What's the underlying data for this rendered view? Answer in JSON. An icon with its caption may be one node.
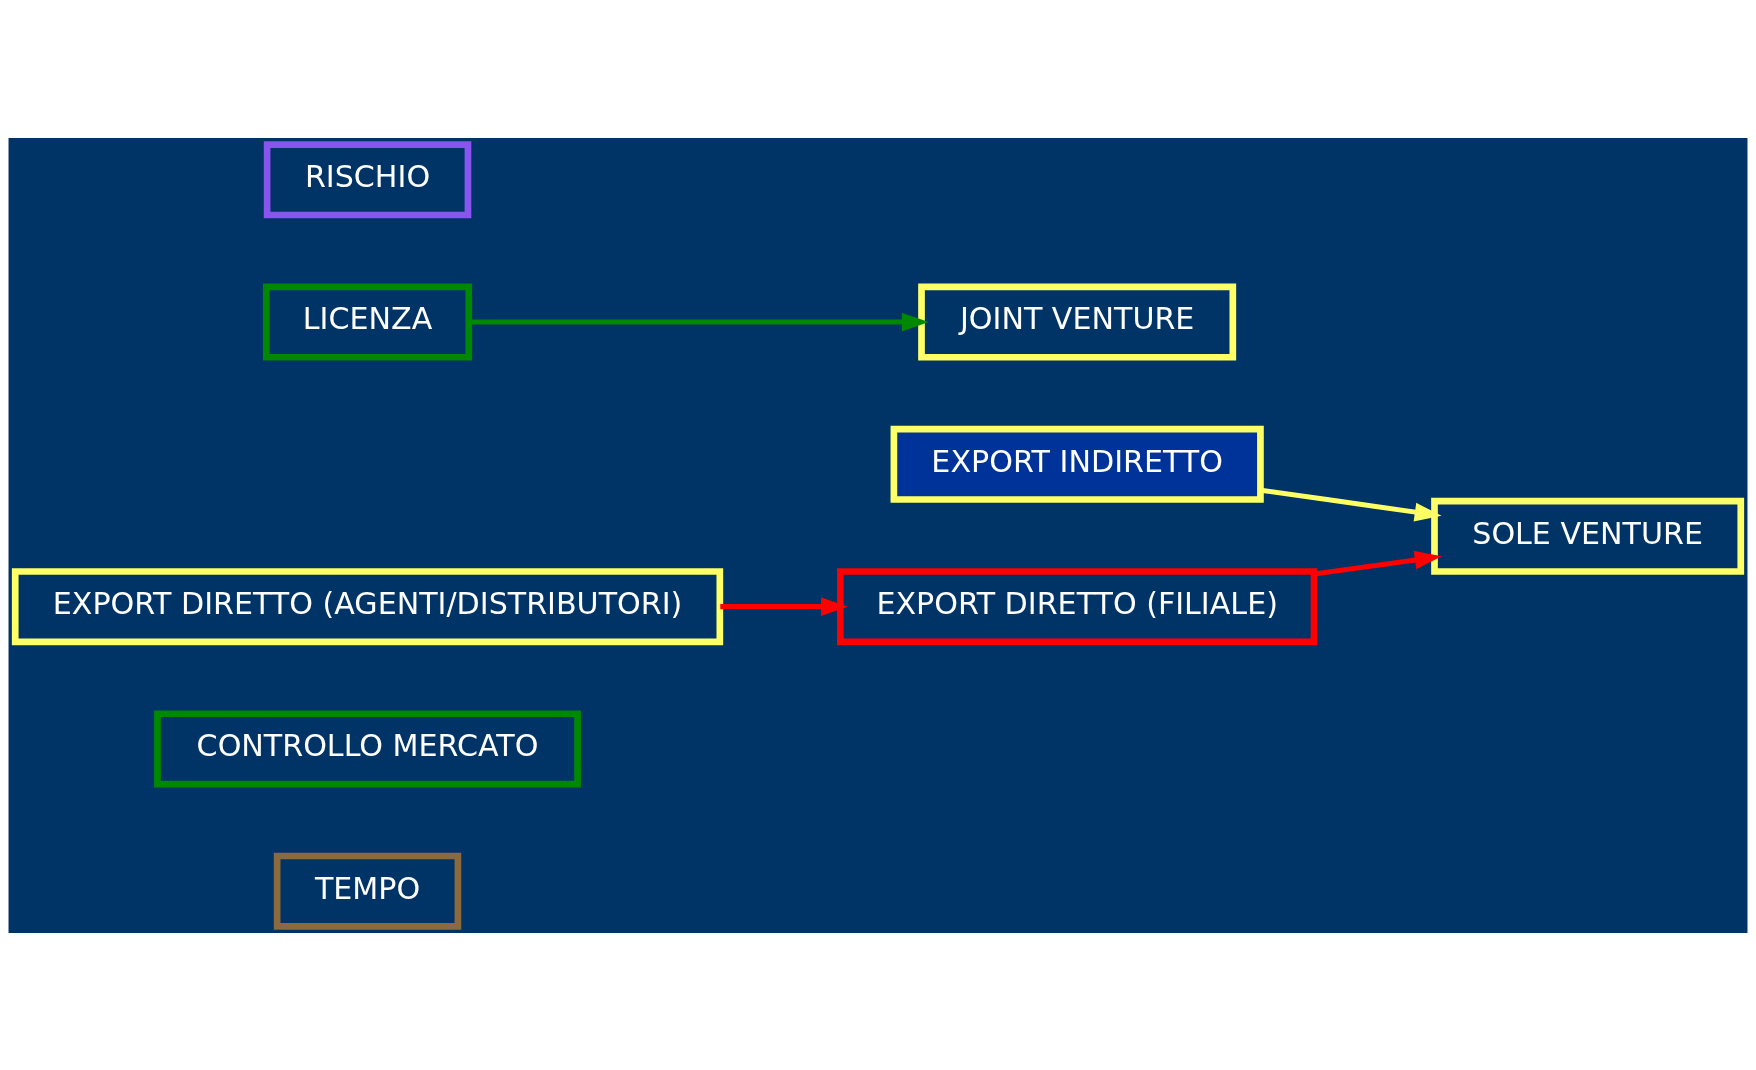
{
  "diagram": {
    "nodes": [
      {
        "text": [
          "TEMPO"
        ]
      },
      {
        "text": [
          "CONTROLLO MERCATO"
        ]
      },
      {
        "text": [
          "EXPORT DIRETTO (FILIALE)"
        ]
      },
      {
        "text": [
          "SOLE VENTURE"
        ]
      },
      {
        "text": [
          "JOINT VENTURE"
        ]
      },
      {
        "text": [
          "LICENZA"
        ]
      },
      {
        "text": [
          "EXPORT DIRETTO (AGENTI/DISTRIBUTORI)"
        ]
      },
      {
        "text": [
          "EXPORT INDIRETTO"
        ]
      },
      {
        "text": [
          "RISCHIO"
        ]
      }
    ],
    "edges": [
      {
        "from": 2,
        "to": 3,
        "arrow": "to",
        "color": "#ff0000"
      },
      {
        "from": 7,
        "to": 3,
        "arrow": "to",
        "color": "#ffff66"
      },
      {
        "from": 5,
        "to": 4,
        "arrow": "to",
        "color": "#008800"
      },
      {
        "from": 6,
        "to": 2,
        "arrow": "to",
        "color": "#ff0000"
      }
    ]
  }
}
